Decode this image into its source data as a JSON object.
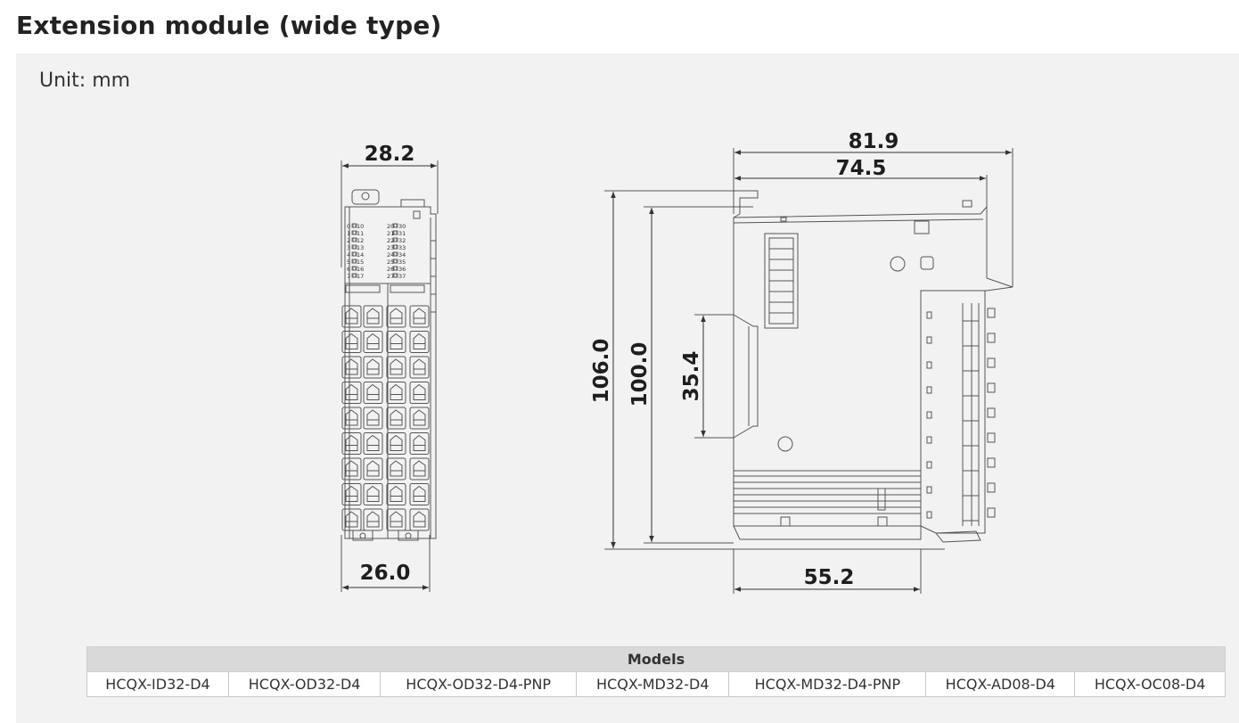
{
  "title": "Extension module (wide type)",
  "unit_label": "Unit: mm",
  "dimensions": {
    "front_width_top": "28.2",
    "front_width_bottom": "26.0",
    "side_depth_total": "81.9",
    "side_depth_body": "74.5",
    "side_depth_bottom": "55.2",
    "height_total": "106.0",
    "height_body": "100.0",
    "rail_height": "35.4"
  },
  "led_labels": {
    "left": [
      "0",
      "1",
      "2",
      "3",
      "4",
      "5",
      "6",
      "7"
    ],
    "left_b": [
      "10",
      "11",
      "12",
      "13",
      "14",
      "15",
      "16",
      "17"
    ],
    "right": [
      "20",
      "21",
      "22",
      "23",
      "24",
      "25",
      "26",
      "27"
    ],
    "right_b": [
      "30",
      "31",
      "32",
      "33",
      "34",
      "35",
      "36",
      "37"
    ]
  },
  "models_table": {
    "header": "Models",
    "items": [
      "HCQX-ID32-D4",
      "HCQX-OD32-D4",
      "HCQX-OD32-D4-PNP",
      "HCQX-MD32-D4",
      "HCQX-MD32-D4-PNP",
      "HCQX-AD08-D4",
      "HCQX-OC08-D4"
    ]
  }
}
